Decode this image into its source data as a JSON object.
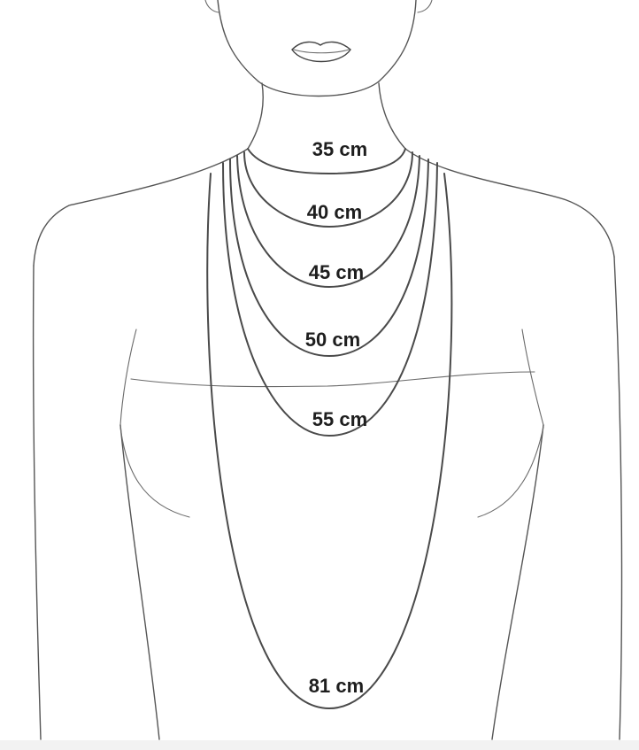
{
  "necklace_lengths": [
    {
      "id": "35",
      "label": "35 cm"
    },
    {
      "id": "40",
      "label": "40 cm"
    },
    {
      "id": "45",
      "label": "45 cm"
    },
    {
      "id": "50",
      "label": "50 cm"
    },
    {
      "id": "55",
      "label": "55 cm"
    },
    {
      "id": "81",
      "label": "81 cm"
    }
  ],
  "colors": {
    "background": "#ffffff",
    "outline": "#555555",
    "chain": "#4a4a4a",
    "label": "#1e1e1e"
  }
}
